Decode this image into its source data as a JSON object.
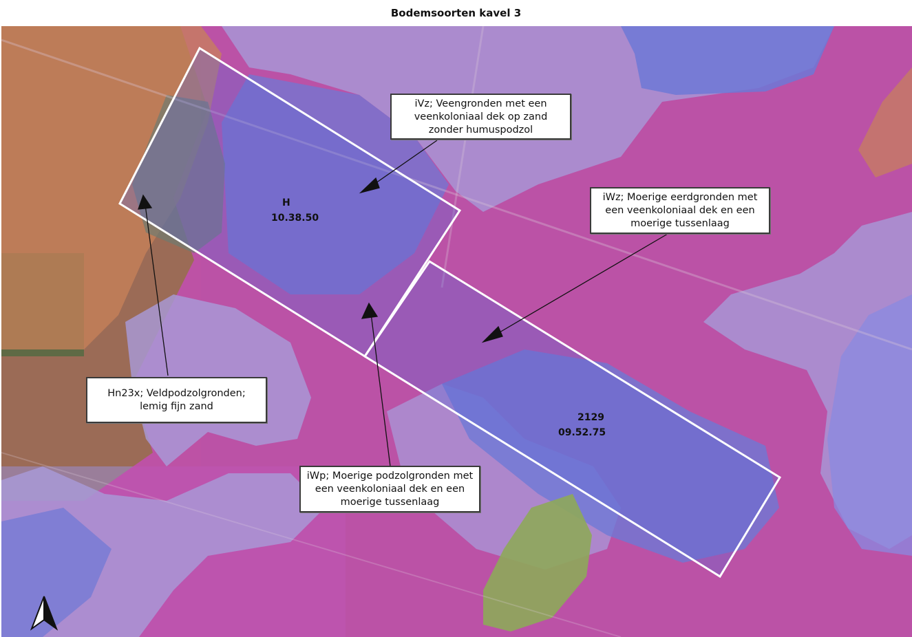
{
  "title": "Bodemsoorten kavel 3",
  "parcels": [
    {
      "id": "H",
      "area": "10.38.50"
    },
    {
      "id": "2129",
      "area": "09.52.75"
    }
  ],
  "soil_labels": {
    "ivz": "iVz; Veengronden met een veenkoloniaal dek op zand zonder humuspodzol",
    "iwz": "iWz; Moerige eerdgronden met een veenkoloniaal dek en een moerige tussenlaag",
    "hn23x": "Hn23x; Veldpodzolgronden; lemig fijn zand",
    "iwp": "iWp; Moerige podzolgronden met een veenkoloniaal dek en een moerige tussenlaag"
  },
  "colors": {
    "soil_magenta": "#c24fb0",
    "soil_blue": "#6f78d8",
    "soil_lavender": "#9a8fd0",
    "soil_orange": "#c87f55",
    "parcel_outline": "#ffffff"
  },
  "north_arrow": "north-arrow-icon"
}
